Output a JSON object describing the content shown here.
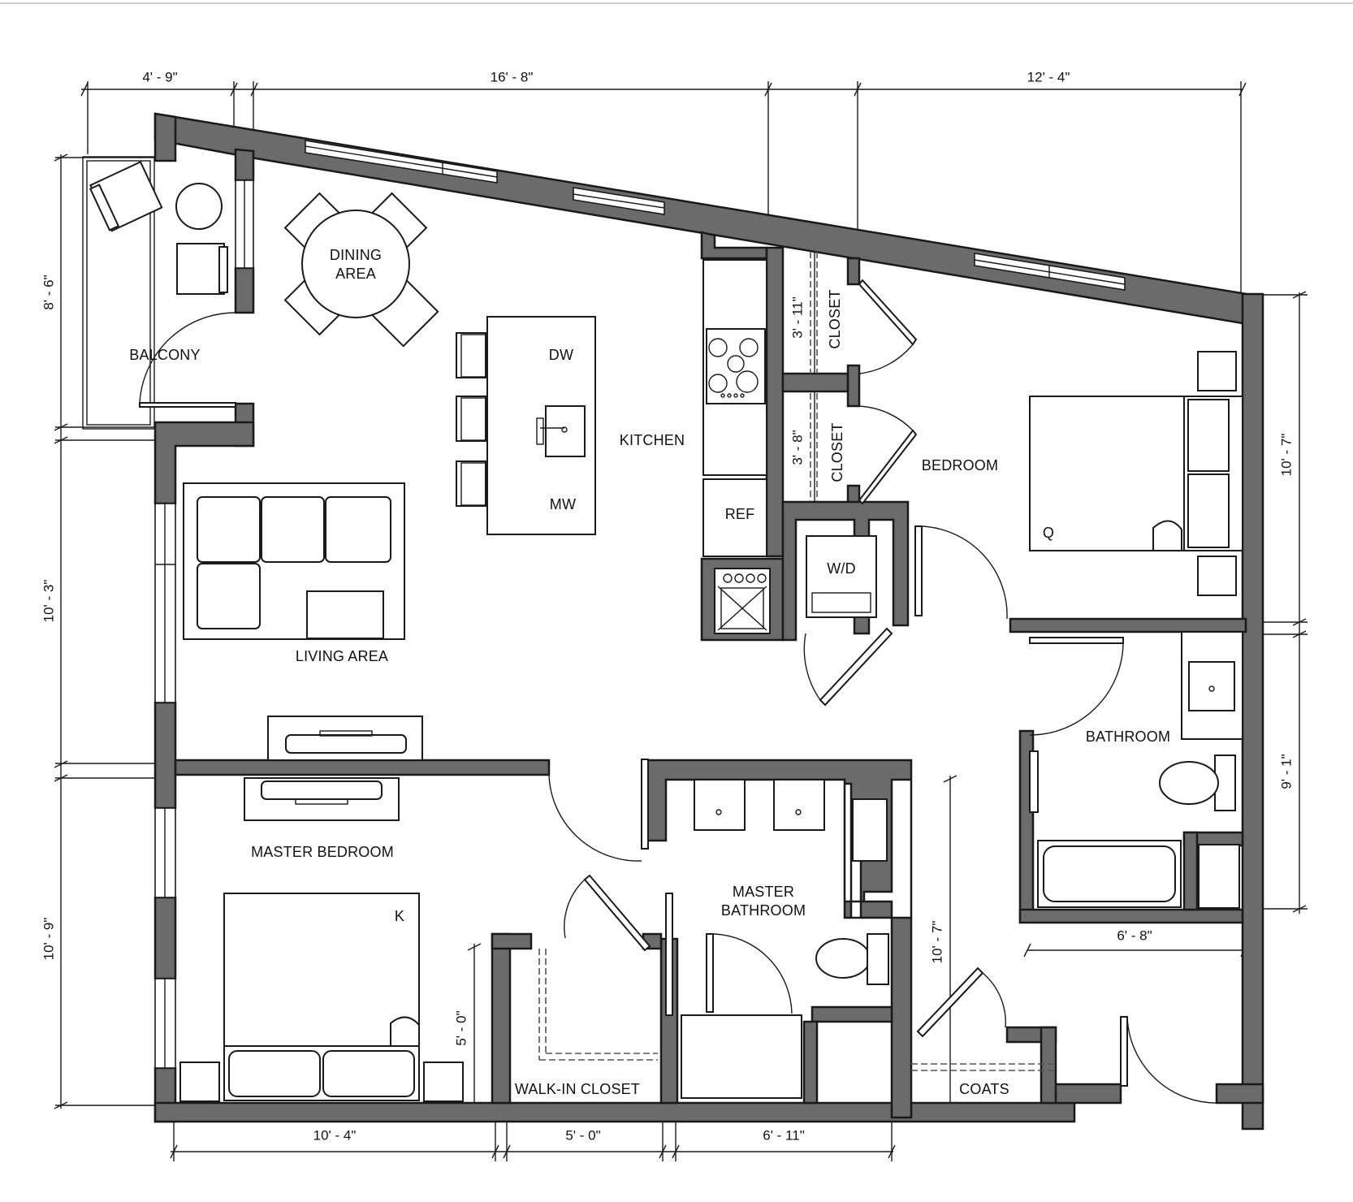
{
  "rooms": {
    "dining": "DINING\nAREA",
    "balcony": "BALCONY",
    "kitchen": "KITCHEN",
    "living": "LIVING AREA",
    "bedroom": "BEDROOM",
    "bathroom": "BATHROOM",
    "master_bedroom": "MASTER BEDROOM",
    "master_bathroom": "MASTER\nBATHROOM",
    "walk_in_closet": "WALK-IN CLOSET",
    "coats": "COATS",
    "closet_1": "CLOSET",
    "closet_2": "CLOSET"
  },
  "appliances": {
    "dw": "DW",
    "mw": "MW",
    "ref": "REF",
    "wd": "W/D",
    "bed_queen": "Q",
    "bed_king": "K"
  },
  "dimensions": {
    "top_1": "4' - 9\"",
    "top_2": "16' - 8\"",
    "top_3": "12' - 4\"",
    "left_1": "8' - 6\"",
    "left_2": "10' - 3\"",
    "left_3": "10' - 9\"",
    "right_1": "10' - 7\"",
    "right_2": "9' - 1\"",
    "bottom_1": "10' - 4\"",
    "bottom_2": "5' - 0\"",
    "bottom_3": "6' - 11\"",
    "bath_width": "6' - 8\"",
    "master_bath_height": "10' - 7\"",
    "walkin_height": "5' - 0\"",
    "closet_1_height": "3' - 11\"",
    "closet_2_height": "3' - 8\""
  }
}
